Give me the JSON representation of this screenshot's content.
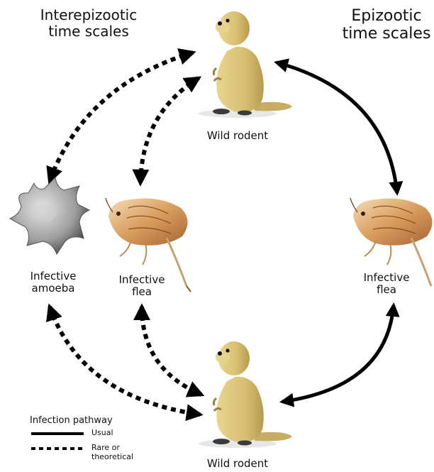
{
  "headings": {
    "interepizootic": [
      "Interepizootic",
      "time scales"
    ],
    "epizootic": [
      "Epizootic",
      "time scales"
    ]
  },
  "nodes": {
    "rodent_top": "Wild rodent",
    "rodent_bottom": "Wild rodent",
    "amoeba": [
      "Infective",
      "amoeba"
    ],
    "flea_left": [
      "Infective",
      "flea"
    ],
    "flea_right": [
      "Infective",
      "flea"
    ]
  },
  "legend": {
    "title": "Infection pathway",
    "usual": "Usual",
    "rare": [
      "Rare or",
      "theoretical"
    ]
  },
  "colors": {
    "arrow": "#000000",
    "rodent_body": "#d9c27a",
    "rodent_shade": "#b99e54",
    "flea_body": "#c9843c",
    "flea_dark": "#8a4a1c",
    "amoeba_body": "#9a9a9a"
  }
}
